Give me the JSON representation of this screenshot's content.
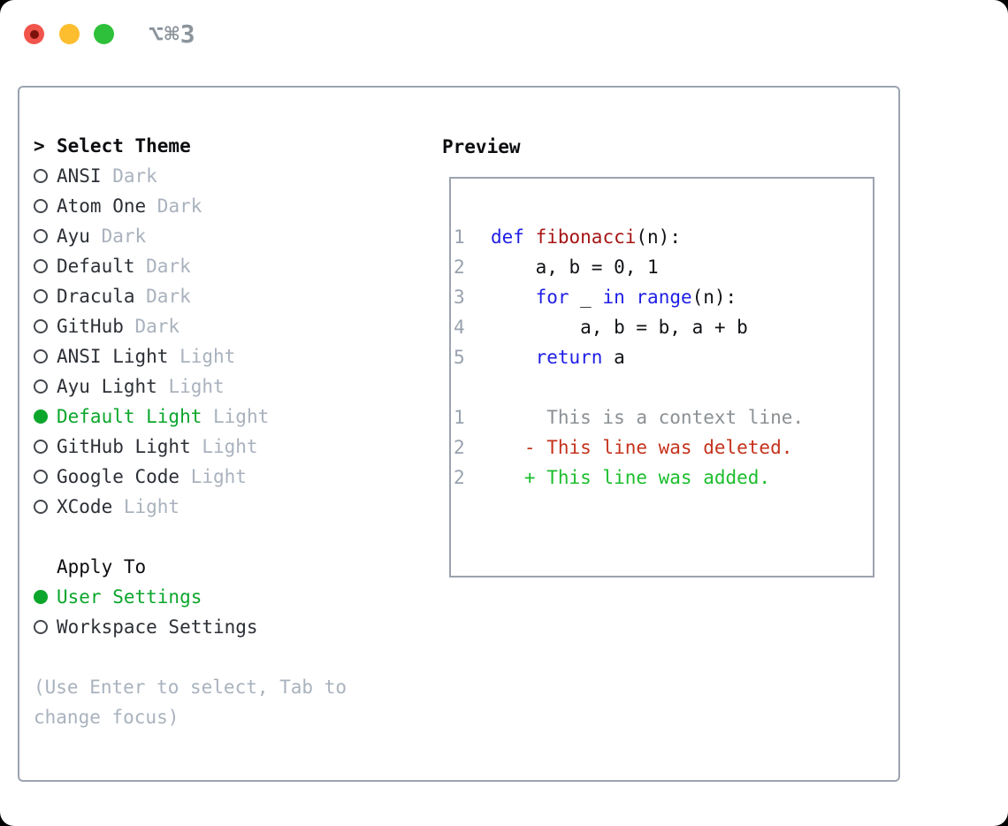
{
  "titlebar": {
    "title": "⌥⌘3"
  },
  "left": {
    "header": {
      "prefix": ">",
      "label": "Select Theme"
    },
    "themes": [
      {
        "name": "ANSI",
        "tag": "Dark",
        "selected": false
      },
      {
        "name": "Atom One",
        "tag": "Dark",
        "selected": false
      },
      {
        "name": "Ayu",
        "tag": "Dark",
        "selected": false
      },
      {
        "name": "Default",
        "tag": "Dark",
        "selected": false
      },
      {
        "name": "Dracula",
        "tag": "Dark",
        "selected": false
      },
      {
        "name": "GitHub",
        "tag": "Dark",
        "selected": false
      },
      {
        "name": "ANSI Light",
        "tag": "Light",
        "selected": false
      },
      {
        "name": "Ayu Light",
        "tag": "Light",
        "selected": false
      },
      {
        "name": "Default Light",
        "tag": "Light",
        "selected": true
      },
      {
        "name": "GitHub Light",
        "tag": "Light",
        "selected": false
      },
      {
        "name": "Google Code",
        "tag": "Light",
        "selected": false
      },
      {
        "name": "XCode",
        "tag": "Light",
        "selected": false
      }
    ],
    "apply_header": "Apply To",
    "apply_options": [
      {
        "name": "User Settings",
        "selected": true
      },
      {
        "name": "Workspace Settings",
        "selected": false
      }
    ],
    "help": [
      "(Use Enter to select, Tab to",
      "change focus)"
    ]
  },
  "preview": {
    "label": "Preview",
    "lines": [
      {
        "num": "1",
        "tokens": [
          {
            "t": "def",
            "c": "kw"
          },
          {
            "t": " ",
            "c": "tx"
          },
          {
            "t": "fibonacci",
            "c": "fn"
          },
          {
            "t": "(n):",
            "c": "tx"
          }
        ]
      },
      {
        "num": "2",
        "tokens": [
          {
            "t": "    a, b = 0, 1",
            "c": "tx"
          }
        ]
      },
      {
        "num": "3",
        "tokens": [
          {
            "t": "    ",
            "c": "tx"
          },
          {
            "t": "for",
            "c": "kw"
          },
          {
            "t": " _ ",
            "c": "tx"
          },
          {
            "t": "in",
            "c": "kw"
          },
          {
            "t": " ",
            "c": "tx"
          },
          {
            "t": "range",
            "c": "kw"
          },
          {
            "t": "(n):",
            "c": "tx"
          }
        ]
      },
      {
        "num": "4",
        "tokens": [
          {
            "t": "        a, b = b, a + b",
            "c": "tx"
          }
        ]
      },
      {
        "num": "5",
        "tokens": [
          {
            "t": "    ",
            "c": "tx"
          },
          {
            "t": "return",
            "c": "kw"
          },
          {
            "t": " a",
            "c": "tx"
          }
        ]
      },
      {
        "num": "",
        "tokens": []
      },
      {
        "num": "1",
        "tokens": [
          {
            "t": "     This is a context line.",
            "c": "ctx"
          }
        ]
      },
      {
        "num": "2",
        "tokens": [
          {
            "t": "   - This line was deleted.",
            "c": "del"
          }
        ]
      },
      {
        "num": "2",
        "tokens": [
          {
            "t": "   + This line was added.",
            "c": "add"
          }
        ]
      }
    ]
  },
  "colors": {
    "accent_green": "#0ca62c",
    "keyword_blue": "#1e1ee6",
    "function_red": "#a61414",
    "deleted_red": "#c5321c",
    "added_green": "#1cbe2d",
    "dim_gray": "#a9b2bd",
    "line_number": "#98a2ae",
    "context_gray": "#8b9094",
    "panel_border": "#9ba4af",
    "text": "#2c3036",
    "title_gray": "#8c949c",
    "traffic_red": "#f1544b",
    "traffic_yellow": "#fcbd2f",
    "traffic_green": "#2ec03a"
  }
}
